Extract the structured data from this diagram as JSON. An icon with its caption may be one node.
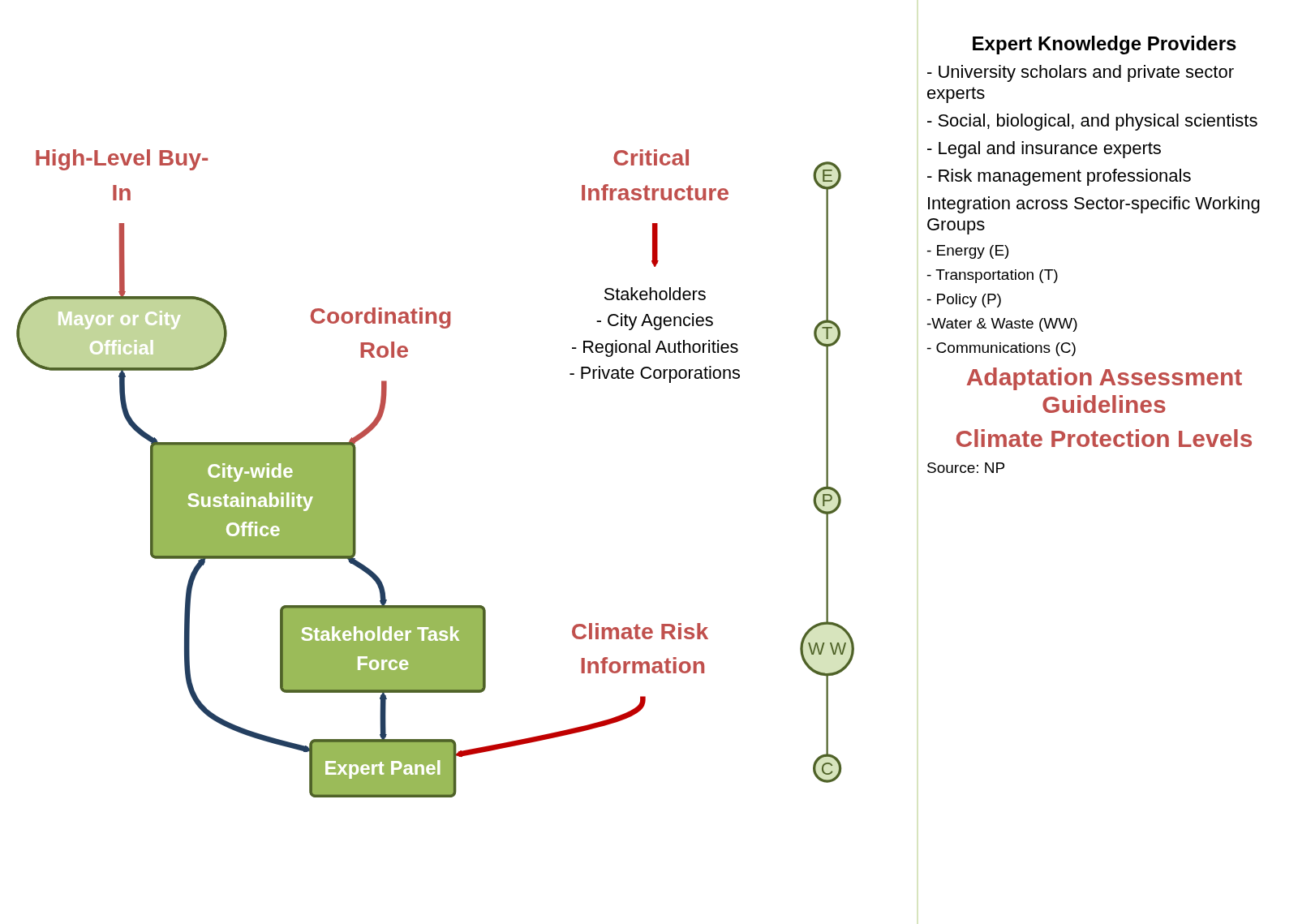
{
  "diagram": {
    "nodes": [
      {
        "text": [
          "Mayor or City Official"
        ]
      },
      {
        "text": [
          "High-Level Buy-In"
        ]
      },
      {
        "text": [
          "Critical Infrastructure"
        ]
      },
      {
        "text": [
          "City-wide Sustainability Office"
        ]
      },
      {
        "text": [
          "Coordinating Role"
        ]
      },
      {
        "text": [
          "Stakeholders",
          "- City Agencies",
          "- Regional Authorities",
          "- Private Corporations"
        ]
      },
      {
        "text": [
          "Stakeholder Task Force"
        ]
      },
      {
        "text": [
          "E"
        ]
      },
      {
        "text": [
          "T"
        ]
      },
      {
        "text": [
          "P"
        ]
      },
      {
        "text": [
          "W W"
        ]
      },
      {
        "text": [
          "C"
        ]
      },
      {
        "text": [
          "Expert Panel"
        ]
      },
      {
        "text": [
          "Climate Risk Information"
        ]
      }
    ],
    "edges": [
      {
        "from": 1,
        "to": 0,
        "arrow": "to",
        "color": "#c0504d"
      },
      {
        "from": 0,
        "to": 3,
        "arrow": "both"
      },
      {
        "from": 4,
        "to": 3,
        "arrow": "to",
        "color": "#c0504d"
      },
      {
        "from": 2,
        "to": 5,
        "arrow": "to",
        "color": "#c00000"
      },
      {
        "from": 3,
        "to": 6,
        "arrow": "both"
      },
      {
        "from": 3,
        "to": 12,
        "arrow": "both"
      },
      {
        "from": 6,
        "to": 12,
        "arrow": "both"
      },
      {
        "from": 7,
        "to": 8,
        "arrow": "none",
        "color": "#4f6228"
      },
      {
        "from": 8,
        "to": 9,
        "arrow": "none",
        "color": "#4f6228"
      },
      {
        "from": 9,
        "to": 10,
        "arrow": "none",
        "color": "#4f6228"
      },
      {
        "from": 10,
        "to": 11,
        "arrow": "none",
        "color": "#4f6228"
      },
      {
        "from": 13,
        "to": 12,
        "arrow": "to",
        "color": "#c00000"
      }
    ],
    "labels": [
      "Expert Knowledge Providers",
      "- University scholars and private sector experts",
      "- Social, biological, and physical scientists",
      "- Legal and insurance experts",
      "- Risk management professionals",
      "Integration across Sector-specific Working Groups",
      "- Energy (E)",
      "- Transportation (T)",
      "- Policy (P)",
      "-Water & Waste (WW)",
      "- Communications (C)",
      "Adaptation Assessment Guidelines",
      "Climate Protection Levels",
      "Source: NP"
    ]
  }
}
